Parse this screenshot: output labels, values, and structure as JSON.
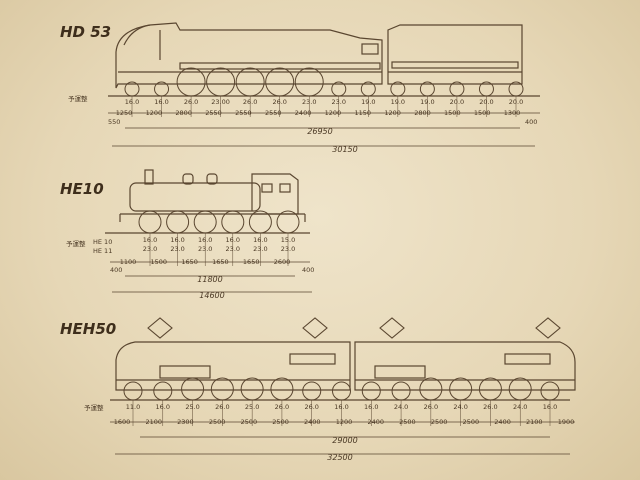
{
  "locomotives": [
    {
      "key": "hd53",
      "title": "HD 53",
      "row_label": "予運整",
      "axle_loads": [
        "16.0",
        "16.0",
        "26.0",
        "23.00",
        "26.0",
        "26.0",
        "23.0",
        "23.0",
        "19.0",
        "19.0",
        "19.0",
        "20.0",
        "20.0",
        "20.0"
      ],
      "spacings": [
        "1250",
        "1200",
        "2800",
        "2550",
        "2550",
        "2550",
        "2400",
        "1200",
        "1150",
        "1200",
        "2800",
        "1500",
        "1500",
        "1300"
      ],
      "end_left": "550",
      "end_right": "400",
      "sub_total": "26950",
      "total": "30150"
    },
    {
      "key": "he10",
      "title": "HE10",
      "row_labels": [
        "予運整",
        "HE 10",
        "HE 11"
      ],
      "axle_loads_top": [
        "16.0",
        "16.0",
        "16.0",
        "16.0",
        "16.0",
        "15.0"
      ],
      "axle_loads_bottom": [
        "23.0",
        "23.0",
        "23.0",
        "23.0",
        "23.0",
        "23.0"
      ],
      "spacings": [
        "1100",
        "1500",
        "1650",
        "1650",
        "1650",
        "2600"
      ],
      "end_left": "400",
      "end_right": "400",
      "sub_total": "11800",
      "total": "14600"
    },
    {
      "key": "heh50",
      "title": "HEH50",
      "row_label": "予運整",
      "axle_loads": [
        "11.0",
        "16.0",
        "25.0",
        "26.0",
        "25.0",
        "26.0",
        "26.0",
        "16.0",
        "16.0",
        "24.0",
        "26.0",
        "24.0",
        "26.0",
        "24.0",
        "16.0"
      ],
      "spacings": [
        "1600",
        "2100",
        "2300",
        "2500",
        "2500",
        "2500",
        "2400",
        "1200",
        "2400",
        "2500",
        "2500",
        "2500",
        "2400",
        "2100",
        "1900"
      ],
      "sub_total": "29000",
      "total": "32500"
    }
  ],
  "colors": {
    "paper": "#e9dcc0",
    "ink": "#5a4630"
  }
}
